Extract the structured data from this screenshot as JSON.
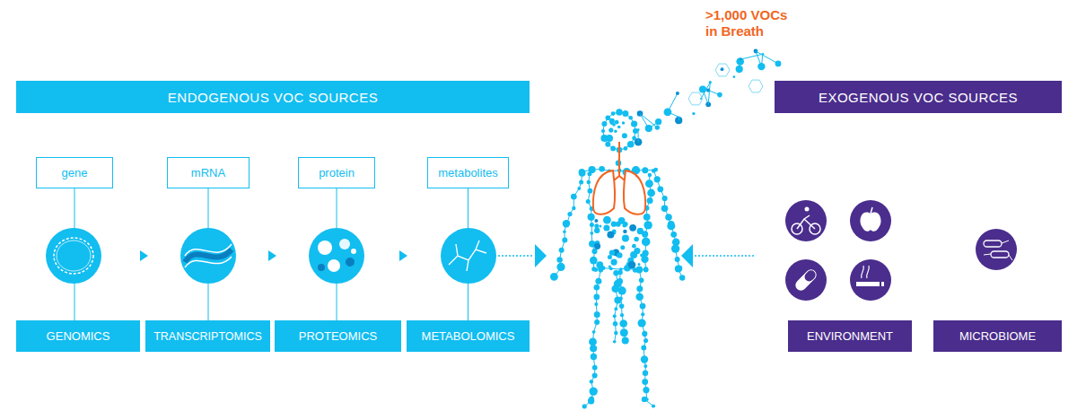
{
  "diagram": {
    "nodes": [
      {
        "text": [
          "ENDOGENOUS VOC SOURCES"
        ]
      },
      {
        "text": [
          "gene"
        ]
      },
      {
        "text": [
          "mRNA"
        ]
      },
      {
        "text": [
          "protein"
        ]
      },
      {
        "text": [
          "metabolites"
        ]
      },
      {
        "text": [
          "GENOMICS"
        ]
      },
      {
        "text": [
          "TRANSCRIPTOMICS"
        ]
      },
      {
        "text": [
          "PROTEOMICS"
        ]
      },
      {
        "text": [
          "METABOLOMICS"
        ]
      },
      {
        "text": [
          "EXOGENOUS VOC SOURCES"
        ]
      },
      {
        "text": [
          "ENVIRONMENT"
        ]
      },
      {
        "text": [
          "MICROBIOME"
        ]
      }
    ],
    "edges": [
      {
        "from": 1,
        "to": 5,
        "arrow": "none"
      },
      {
        "from": 2,
        "to": 6,
        "arrow": "none"
      },
      {
        "from": 3,
        "to": 7,
        "arrow": "none"
      },
      {
        "from": 4,
        "to": 8,
        "arrow": "none"
      }
    ],
    "labels": [
      ">1,000 VOCs in Breath"
    ]
  }
}
